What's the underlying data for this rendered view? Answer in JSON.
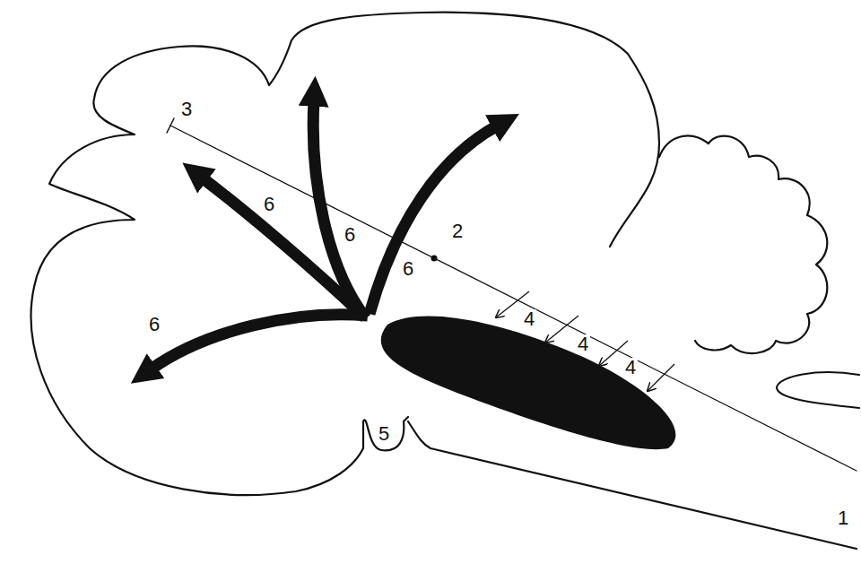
{
  "diagram": {
    "labels": [
      "3",
      "6",
      "6",
      "2",
      "6",
      "6",
      "4",
      "4",
      "4",
      "5",
      "1"
    ]
  }
}
